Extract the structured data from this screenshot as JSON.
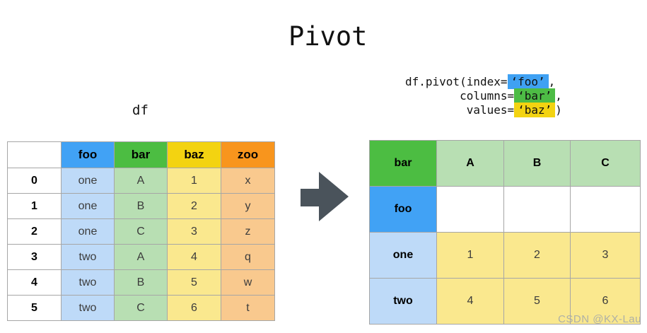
{
  "title": "Pivot",
  "df_label": "df",
  "code": {
    "line1": {
      "pre": "df.pivot(index=",
      "highlight": "‘foo’",
      "post": ","
    },
    "line2": {
      "pre": "        columns=",
      "highlight": "‘bar’",
      "post": ","
    },
    "line3": {
      "pre": "         values=",
      "highlight": "‘baz’",
      "post": ")"
    }
  },
  "left_table": {
    "header": [
      "",
      "foo",
      "bar",
      "baz",
      "zoo"
    ],
    "rows": [
      [
        "0",
        "one",
        "A",
        "1",
        "x"
      ],
      [
        "1",
        "one",
        "B",
        "2",
        "y"
      ],
      [
        "2",
        "one",
        "C",
        "3",
        "z"
      ],
      [
        "3",
        "two",
        "A",
        "4",
        "q"
      ],
      [
        "4",
        "two",
        "B",
        "5",
        "w"
      ],
      [
        "5",
        "two",
        "C",
        "6",
        "t"
      ]
    ]
  },
  "right_table": {
    "corner": "bar",
    "col_headers": [
      "A",
      "B",
      "C"
    ],
    "index_header": "foo",
    "rows": [
      {
        "label": "one",
        "values": [
          "1",
          "2",
          "3"
        ]
      },
      {
        "label": "two",
        "values": [
          "4",
          "5",
          "6"
        ]
      }
    ]
  },
  "watermark": "CSDN @KX-Lau",
  "colors": {
    "header_blue": "#41a2f5",
    "header_green": "#4cbd42",
    "header_yellow": "#f3d311",
    "header_orange": "#f8951d",
    "cell_blue_light": "#bedaf8",
    "cell_green_light": "#b8dfb3",
    "cell_yellow_light": "#fae88e",
    "cell_orange_light": "#f9c98e",
    "arrow_gray": "#4a535b",
    "border_gray": "#a6a6a6"
  }
}
